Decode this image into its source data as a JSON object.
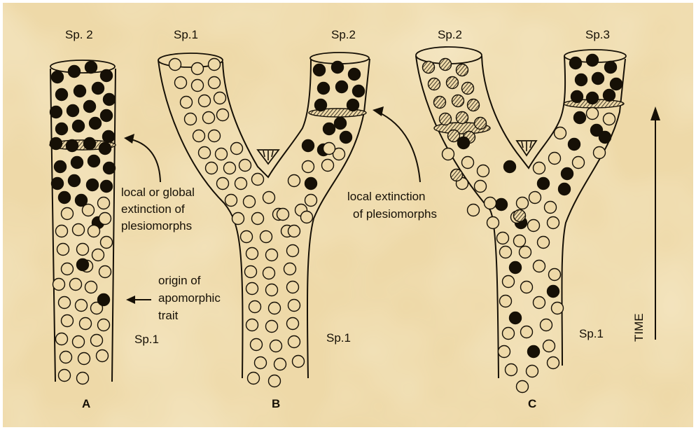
{
  "figure": {
    "panels": [
      {
        "letter": "A",
        "top_labels": [
          "Sp. 2"
        ],
        "bottom_label": "Sp.1",
        "annotations": [
          {
            "lines": [
              "local or global",
              "extinction of",
              "plesiomorphs"
            ]
          },
          {
            "lines": [
              "origin of",
              "apomorphic",
              "trait"
            ]
          }
        ]
      },
      {
        "letter": "B",
        "top_labels": [
          "Sp.1",
          "Sp.2"
        ],
        "bottom_label": "Sp.1",
        "annotations": [
          {
            "lines": [
              "local extinction",
              "of plesiomorphs"
            ]
          }
        ]
      },
      {
        "letter": "C",
        "top_labels": [
          "Sp.2",
          "Sp.3"
        ],
        "bottom_label": "Sp.1",
        "annotations": []
      }
    ],
    "time_axis_label": "TIME"
  },
  "colors": {
    "parchment": "#eed9a8",
    "ink": "#161006"
  }
}
